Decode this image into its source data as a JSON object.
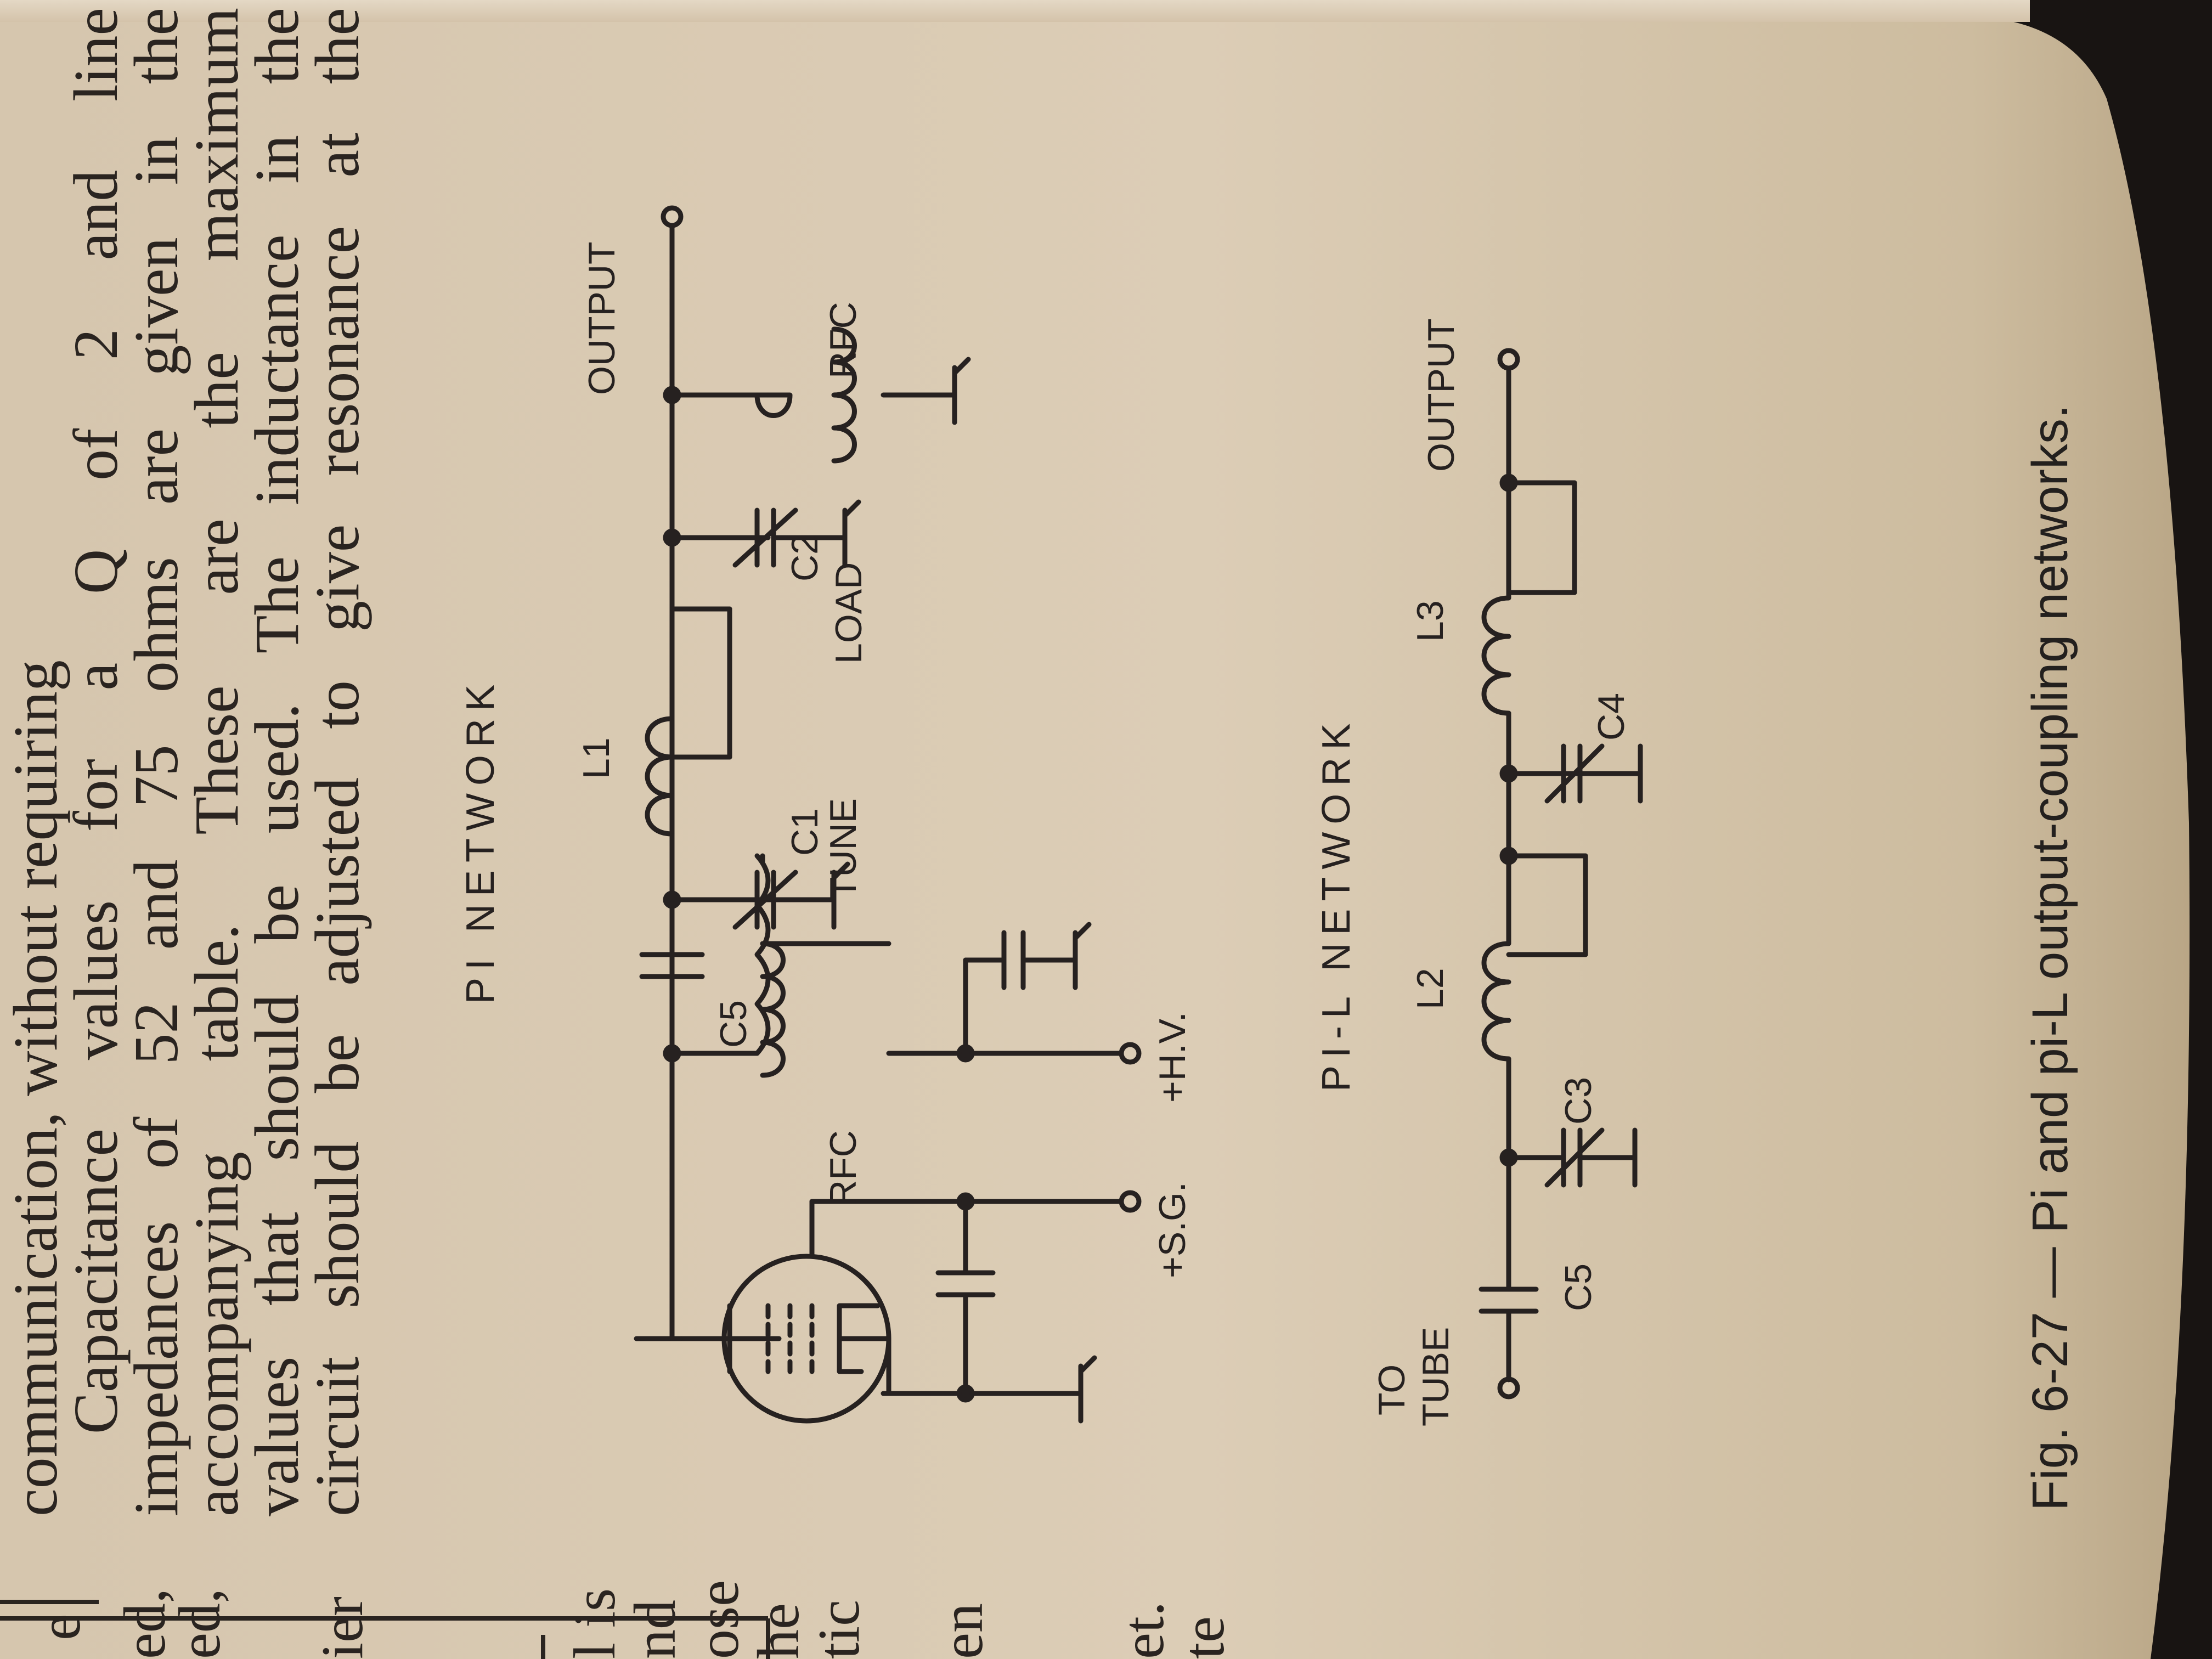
{
  "paragraph": {
    "line1": "communication, without requiring",
    "line2": "Capacitance values for a Q of 2 and line",
    "line3": "impedances of 52 and 75 ohms are given in the",
    "line4": "accompanying table. These are the maximum",
    "line5": "values that should be used. The inductance in the",
    "line6": "circuit should be adjusted to give resonance at the"
  },
  "left_edge_fragments": [
    "e",
    "ed,",
    "ed,",
    "ier",
    "l is",
    "nd",
    "ose",
    "he",
    "tic",
    "en",
    "et.",
    "te"
  ],
  "pi_network": {
    "title": "PI NETWORK",
    "labels": {
      "rfc_choke": "RFC",
      "c5": "C5",
      "c1": "C1",
      "tune": "TUNE",
      "l1": "L1",
      "c2": "C2",
      "load": "LOAD",
      "rfc_out": "RFC",
      "output": "OUTPUT",
      "sg": "+S.G.",
      "hv": "+H.V."
    }
  },
  "pi_l_network": {
    "title": "PI-L NETWORK",
    "labels": {
      "to": "TO",
      "tube": "TUBE",
      "c5": "C5",
      "c3": "C3",
      "l2": "L2",
      "c4": "C4",
      "l3": "L3",
      "output": "OUTPUT"
    }
  },
  "caption": "Fig. 6-27 — Pi and pi-L output-coupling networks.",
  "colors": {
    "paper": "#d9c9b2",
    "ink": "#262120",
    "background": "#141110"
  }
}
